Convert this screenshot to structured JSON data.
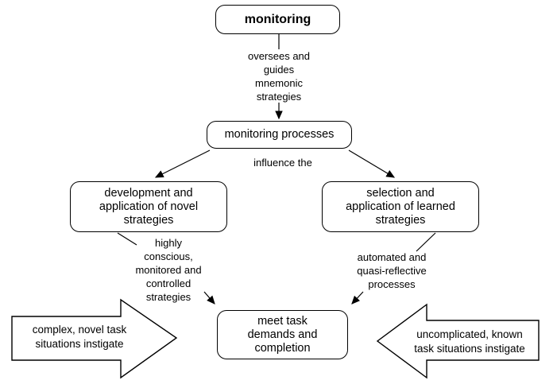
{
  "diagram": {
    "title": "monitoring",
    "colors": {
      "background": "#ffffff",
      "stroke": "#000000",
      "text": "#000000"
    },
    "nodes": {
      "monitoring": {
        "label": "monitoring"
      },
      "monitoring_processes": {
        "label": "monitoring processes"
      },
      "novel": {
        "lines": [
          "development and",
          "application of novel",
          "strategies"
        ]
      },
      "learned": {
        "lines": [
          "selection and",
          "application of learned",
          "strategies"
        ]
      },
      "meet": {
        "lines": [
          "meet task",
          "demands and",
          "completion"
        ]
      }
    },
    "labels": {
      "oversees": {
        "lines": [
          "oversees and",
          "guides",
          "mnemonic",
          "strategies"
        ]
      },
      "influence": {
        "text": "influence the"
      },
      "highly": {
        "lines": [
          "highly",
          "conscious,",
          "monitored and",
          "controlled",
          "strategies"
        ]
      },
      "automated": {
        "lines": [
          "automated and",
          "quasi-reflective",
          "processes"
        ]
      }
    },
    "block_arrows": {
      "left": {
        "direction": "right",
        "lines": [
          "complex, novel task",
          "situations instigate"
        ]
      },
      "right": {
        "direction": "left",
        "lines": [
          "uncomplicated, known",
          "task situations instigate"
        ]
      }
    }
  }
}
